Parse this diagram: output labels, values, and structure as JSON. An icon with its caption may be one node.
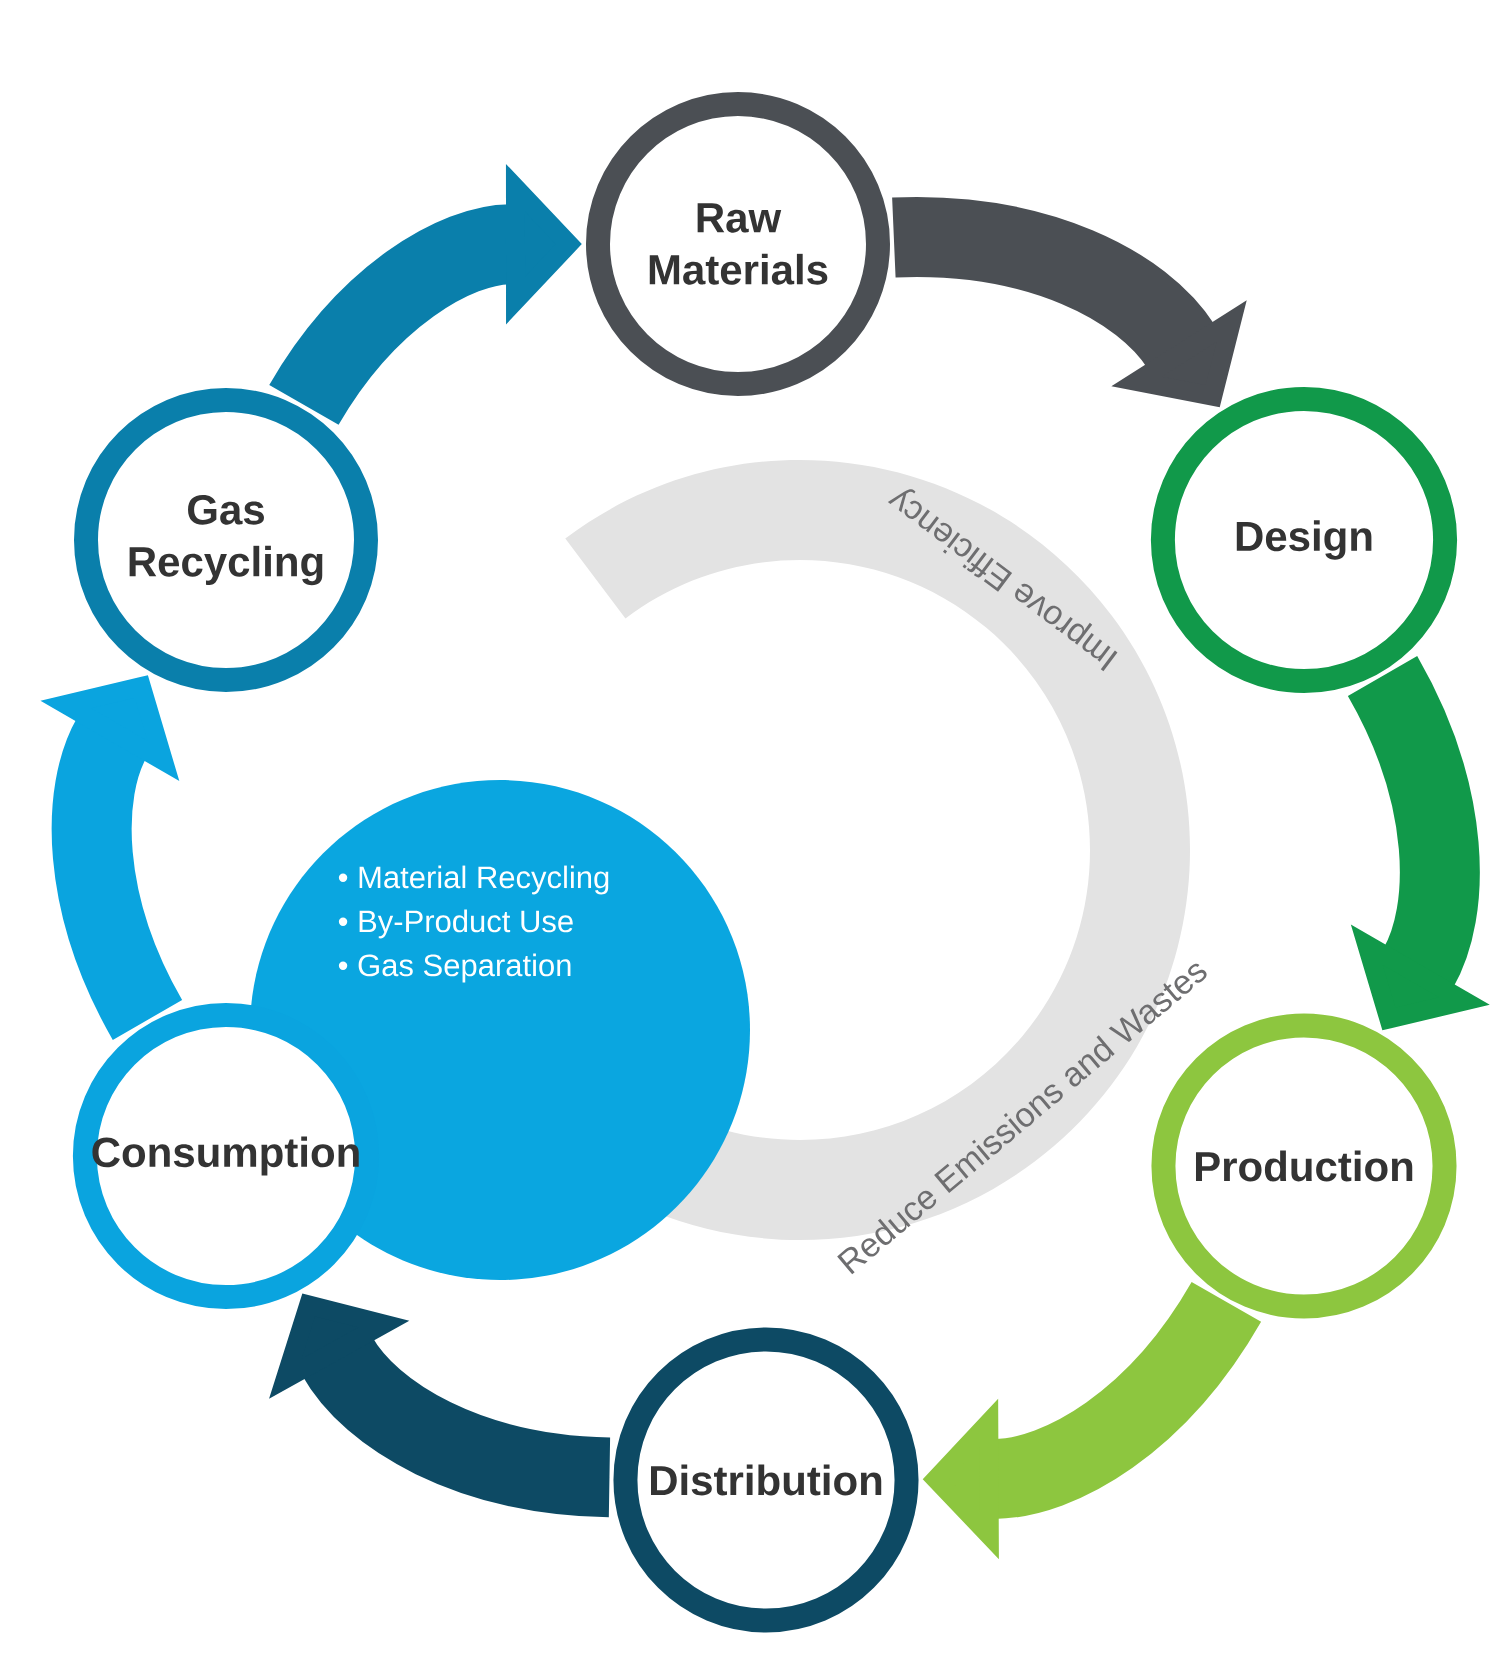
{
  "diagram": {
    "nodes": [
      {
        "text": [
          "Raw Materials"
        ]
      },
      {
        "text": [
          "Design"
        ]
      },
      {
        "text": [
          "Production"
        ]
      },
      {
        "text": [
          "Distribution"
        ]
      },
      {
        "text": [
          "Consumption"
        ]
      },
      {
        "text": [
          "Gas Recycling"
        ]
      },
      {
        "text": [
          "• Material Recycling",
          "• By-Product Use",
          "• Gas Separation"
        ]
      }
    ],
    "edges": [
      {
        "from": 0,
        "to": 1,
        "arrow": "to",
        "color": "#4b4f54"
      },
      {
        "from": 1,
        "to": 2,
        "arrow": "to",
        "color": "#11994a"
      },
      {
        "from": 2,
        "to": 3,
        "arrow": "to",
        "color": "#8dc63f"
      },
      {
        "from": 3,
        "to": 4,
        "arrow": "to",
        "color": "#0d4a64"
      },
      {
        "from": 4,
        "to": 5,
        "arrow": "to",
        "color": "#0aa4df"
      },
      {
        "from": 5,
        "to": 0,
        "arrow": "to",
        "color": "#0a7fab"
      }
    ],
    "labels": [
      "Improve Efficiency",
      "Reduce Emissions and Wastes"
    ]
  }
}
